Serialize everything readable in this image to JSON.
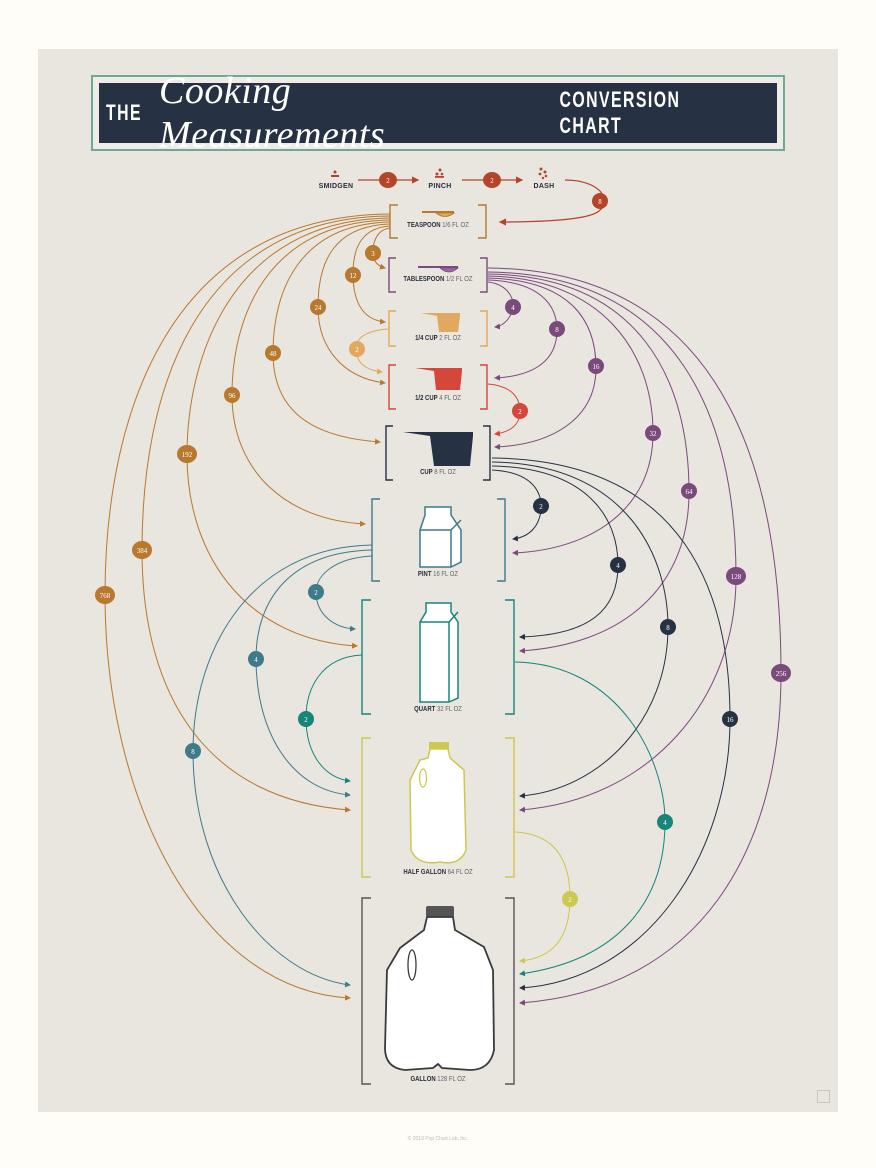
{
  "title": {
    "prefix": "THE",
    "script": "Cooking Measurements",
    "suffix": "CONVERSION CHART"
  },
  "small_units": [
    {
      "name": "SMIDGEN",
      "icon": "smidgen-grains-icon"
    },
    {
      "name": "PINCH",
      "icon": "pinch-grains-icon"
    },
    {
      "name": "DASH",
      "icon": "dash-grains-icon"
    }
  ],
  "small_unit_links": [
    {
      "from": "SMIDGEN",
      "to": "PINCH",
      "factor": "2"
    },
    {
      "from": "PINCH",
      "to": "DASH",
      "factor": "2"
    },
    {
      "from": "DASH",
      "to": "TEASPOON",
      "factor": "8"
    }
  ],
  "measures": [
    {
      "name": "TEASPOON",
      "volume": "1/6 FL OZ",
      "color": "#b8782e",
      "icon": "teaspoon-icon"
    },
    {
      "name": "TABLESPOON",
      "volume": "1/2 FL OZ",
      "color": "#7b4a7d",
      "icon": "tablespoon-icon"
    },
    {
      "name": "1/4 CUP",
      "volume": "2 FL OZ",
      "color": "#e0a95f",
      "icon": "quarter-cup-icon"
    },
    {
      "name": "1/2 CUP",
      "volume": "4 FL OZ",
      "color": "#d4473a",
      "icon": "half-cup-icon"
    },
    {
      "name": "CUP",
      "volume": "8 FL OZ",
      "color": "#263244",
      "icon": "cup-icon"
    },
    {
      "name": "PINT",
      "volume": "16 FL OZ",
      "color": "#3f7a8a",
      "icon": "pint-carton-icon"
    },
    {
      "name": "QUART",
      "volume": "32 FL OZ",
      "color": "#16857a",
      "icon": "quart-carton-icon"
    },
    {
      "name": "HALF GALLON",
      "volume": "64 FL OZ",
      "color": "#cdc84f",
      "icon": "half-gallon-jug-icon"
    },
    {
      "name": "GALLON",
      "volume": "128 FL OZ",
      "color": "#555555",
      "icon": "gallon-jug-icon"
    }
  ],
  "conversions": {
    "teaspoon": [
      {
        "to": "TABLESPOON",
        "factor": "3"
      },
      {
        "to": "1/4 CUP",
        "factor": "12"
      },
      {
        "to": "1/2 CUP",
        "factor": "24"
      },
      {
        "to": "CUP",
        "factor": "48"
      },
      {
        "to": "PINT",
        "factor": "96"
      },
      {
        "to": "QUART",
        "factor": "192"
      },
      {
        "to": "HALF GALLON",
        "factor": "384"
      },
      {
        "to": "GALLON",
        "factor": "768"
      }
    ],
    "tablespoon": [
      {
        "to": "1/4 CUP",
        "factor": "4"
      },
      {
        "to": "1/2 CUP",
        "factor": "8"
      },
      {
        "to": "CUP",
        "factor": "16"
      },
      {
        "to": "PINT",
        "factor": "32"
      },
      {
        "to": "QUART",
        "factor": "64"
      },
      {
        "to": "HALF GALLON",
        "factor": "128"
      },
      {
        "to": "GALLON",
        "factor": "256"
      }
    ],
    "quarter_cup": [
      {
        "to": "1/2 CUP",
        "factor": "2"
      }
    ],
    "half_cup": [
      {
        "to": "CUP",
        "factor": "2"
      }
    ],
    "cup": [
      {
        "to": "PINT",
        "factor": "2"
      },
      {
        "to": "QUART",
        "factor": "4"
      },
      {
        "to": "HALF GALLON",
        "factor": "8"
      },
      {
        "to": "GALLON",
        "factor": "16"
      }
    ],
    "pint": [
      {
        "to": "QUART",
        "factor": "2"
      },
      {
        "to": "HALF GALLON",
        "factor": "4"
      },
      {
        "to": "GALLON",
        "factor": "8"
      }
    ],
    "quart": [
      {
        "to": "HALF GALLON",
        "factor": "2"
      },
      {
        "to": "GALLON",
        "factor": "4"
      }
    ],
    "half_gallon": [
      {
        "to": "GALLON",
        "factor": "2"
      }
    ]
  },
  "colors": {
    "background": "#e9e5df",
    "title_band": "#263244",
    "title_frame": "#6fa89a",
    "small_units": "#b5452a"
  },
  "footer": "© 2019 Pop Chart Lab, Inc."
}
